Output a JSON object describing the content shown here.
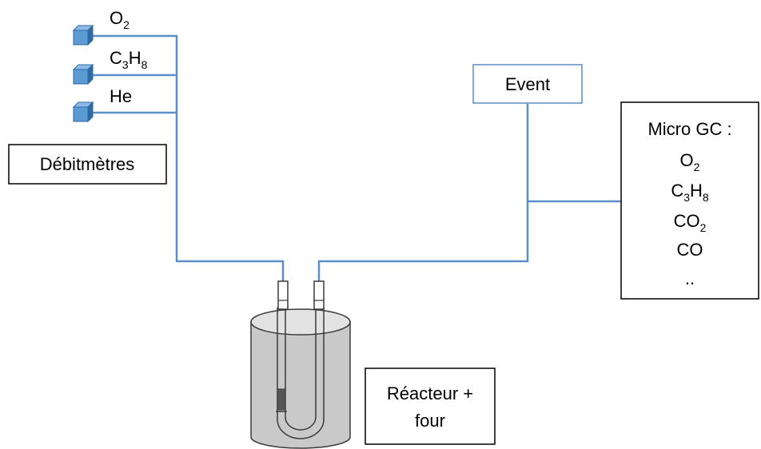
{
  "colors": {
    "pipe": "#5b8fc9",
    "box_border": "#000000",
    "event_box_border": "#5b8fc9",
    "flowmeter_front": "#5b9bd5",
    "flowmeter_top": "#8db9e6",
    "flowmeter_side": "#2f6aa3",
    "vessel_fill": "#c9c9c9",
    "vessel_top": "#e3e3e3",
    "vessel_stroke": "#3a3a3a"
  },
  "gases": [
    {
      "base": "O",
      "sub": "2",
      "icon": "flowmeter-icon"
    },
    {
      "base": "C",
      "sub": "3",
      "base2": "H",
      "sub2": "8",
      "icon": "flowmeter-icon"
    },
    {
      "base": "He",
      "icon": "flowmeter-icon"
    }
  ],
  "flowmeters_label": "Débitmètres",
  "event_label": "Event",
  "micro_gc": {
    "title": "Micro GC :",
    "items": [
      {
        "base": "O",
        "sub": "2"
      },
      {
        "base": "C",
        "sub": "3",
        "base2": "H",
        "sub2": "8"
      },
      {
        "base": "CO",
        "sub": "2"
      },
      {
        "base": "CO"
      },
      {
        "base": ".."
      }
    ]
  },
  "reactor": {
    "line1": "Réacteur +",
    "line2": "four",
    "icon": "reactor-icon"
  }
}
